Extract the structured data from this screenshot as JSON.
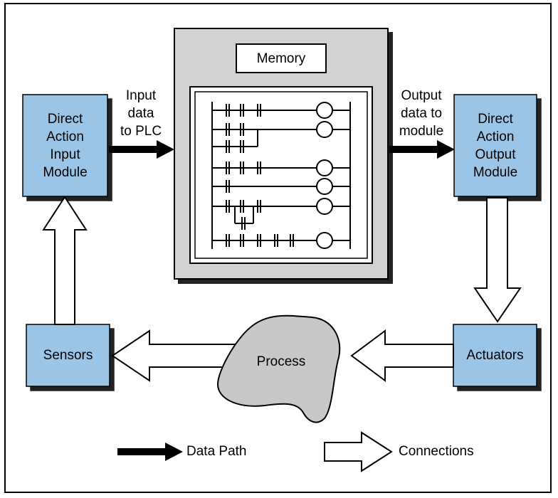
{
  "input_module": {
    "lines": [
      "Direct",
      "Action",
      "Input",
      "Module"
    ]
  },
  "output_module": {
    "lines": [
      "Direct",
      "Action",
      "Output",
      "Module"
    ]
  },
  "sensors": {
    "label": "Sensors"
  },
  "actuators": {
    "label": "Actuators"
  },
  "process": {
    "label": "Process"
  },
  "memory": {
    "label": "Memory"
  },
  "input_data": {
    "lines": [
      "Input",
      "data",
      "to PLC"
    ]
  },
  "output_data": {
    "lines": [
      "Output",
      "data to",
      "module"
    ]
  },
  "legend": {
    "data_path": "Data Path",
    "connections": "Connections"
  },
  "colors": {
    "module_fill": "#9ac5e6",
    "plc_fill": "#d2d2d2",
    "process_fill": "#c8c8c8"
  }
}
